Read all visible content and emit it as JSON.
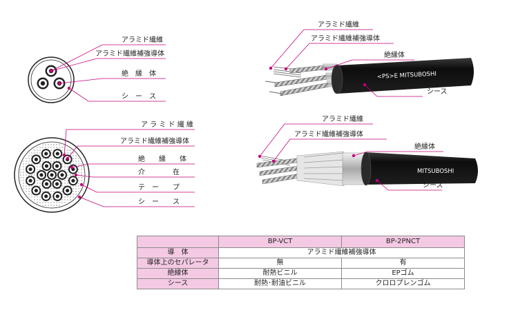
{
  "diagram1": {
    "labels": [
      "アラミド繊維",
      "アラミド繊維補強導体",
      "絶　縁　体",
      "シ　ー　ス"
    ]
  },
  "diagram2": {
    "labels": [
      "アラミド繊維",
      "アラミド繊維補強導体",
      "絶縁体",
      "シース"
    ],
    "marking": "<PS>E  MITSUBOSHI"
  },
  "diagram3": {
    "labels": [
      "ア ラ ミ ド 繊 維",
      "アラミド繊維補強導体",
      "絶　　縁　　体",
      "介　　　　在",
      "テ　ー　　プ",
      "シ　ー　　ス"
    ]
  },
  "diagram4": {
    "labels": [
      "アラミド繊維",
      "アラミド繊維補強導体",
      "絶縁体",
      "シース"
    ],
    "marking": "MITSUBOSHI"
  },
  "table": {
    "columns": [
      "BP-VCT",
      "BP-2PNCT"
    ],
    "rows": [
      {
        "label": "導　体",
        "merged": "アラミド繊維補強導体"
      },
      {
        "label": "導体上のセパレータ",
        "values": [
          "無",
          "有"
        ]
      },
      {
        "label": "絶縁体",
        "values": [
          "耐熱ビニル",
          "EPゴム"
        ]
      },
      {
        "label": "シース",
        "values": [
          "耐熱･耐油ビニル",
          "クロロプレンゴム"
        ]
      }
    ]
  },
  "colors": {
    "accent": "#c5007a",
    "header_bg": "#f4c9e3",
    "sheath": "#1a1a1a"
  }
}
